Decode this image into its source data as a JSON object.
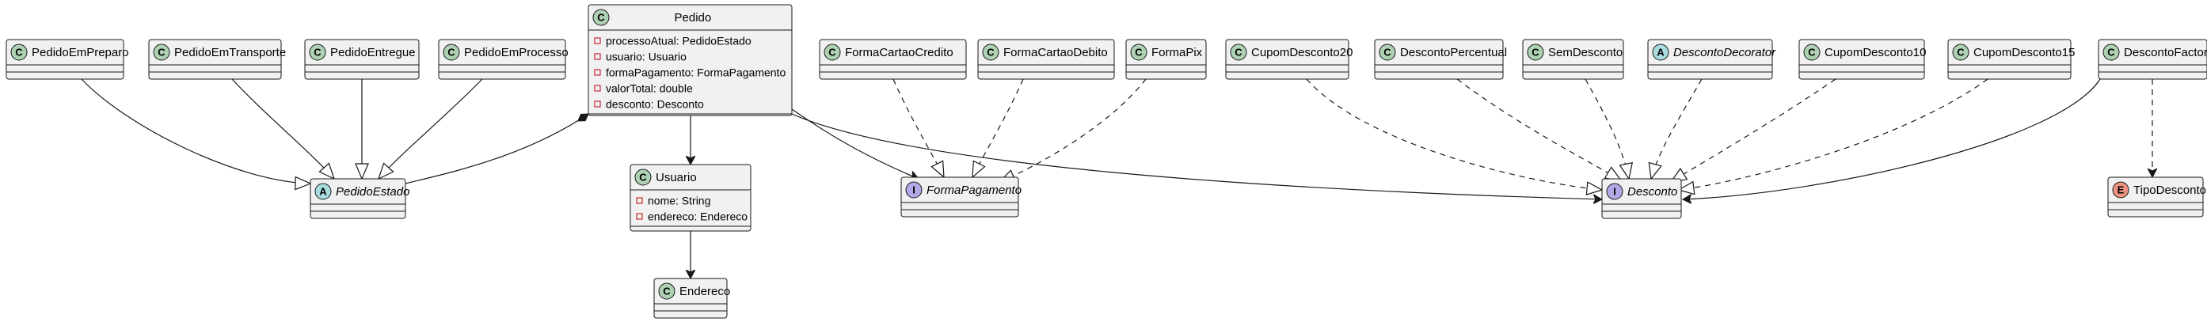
{
  "classes": {
    "pedido_em_preparo": {
      "kind": "C",
      "name": "PedidoEmPreparo"
    },
    "pedido_em_transporte": {
      "kind": "C",
      "name": "PedidoEmTransporte"
    },
    "pedido_entregue": {
      "kind": "C",
      "name": "PedidoEntregue"
    },
    "pedido_em_processo": {
      "kind": "C",
      "name": "PedidoEmProcesso"
    },
    "pedido": {
      "kind": "C",
      "name": "Pedido",
      "attributes": [
        "processoAtual: PedidoEstado",
        "usuario: Usuario",
        "formaPagamento: FormaPagamento",
        "valorTotal: double",
        "desconto: Desconto"
      ]
    },
    "usuario": {
      "kind": "C",
      "name": "Usuario",
      "attributes": [
        "nome: String",
        "endereco: Endereco"
      ]
    },
    "endereco": {
      "kind": "C",
      "name": "Endereco"
    },
    "pedido_estado": {
      "kind": "A",
      "name": "PedidoEstado"
    },
    "forma_cartao_credito": {
      "kind": "C",
      "name": "FormaCartaoCredito"
    },
    "forma_cartao_debito": {
      "kind": "C",
      "name": "FormaCartaoDebito"
    },
    "forma_pix": {
      "kind": "C",
      "name": "FormaPix"
    },
    "forma_pagamento": {
      "kind": "I",
      "name": "FormaPagamento"
    },
    "cupom_desconto_20": {
      "kind": "C",
      "name": "CupomDesconto20"
    },
    "desconto_percentual": {
      "kind": "C",
      "name": "DescontoPercentual"
    },
    "sem_desconto": {
      "kind": "C",
      "name": "SemDesconto"
    },
    "desconto_decorator": {
      "kind": "A",
      "name": "DescontoDecorator"
    },
    "cupom_desconto_10": {
      "kind": "C",
      "name": "CupomDesconto10"
    },
    "cupom_desconto_15": {
      "kind": "C",
      "name": "CupomDesconto15"
    },
    "desconto_factory": {
      "kind": "C",
      "name": "DescontoFactory"
    },
    "desconto": {
      "kind": "I",
      "name": "Desconto"
    },
    "tipo_desconto": {
      "kind": "E",
      "name": "TipoDesconto"
    }
  },
  "colors": {
    "box_fill": "#f1f1f1",
    "box_stroke": "#181818",
    "badge_class": "#add1b2",
    "badge_abstract": "#a9dcdf",
    "badge_interface": "#b4a7e5",
    "badge_enum": "#eb937f",
    "attr_private": "#c82930"
  }
}
